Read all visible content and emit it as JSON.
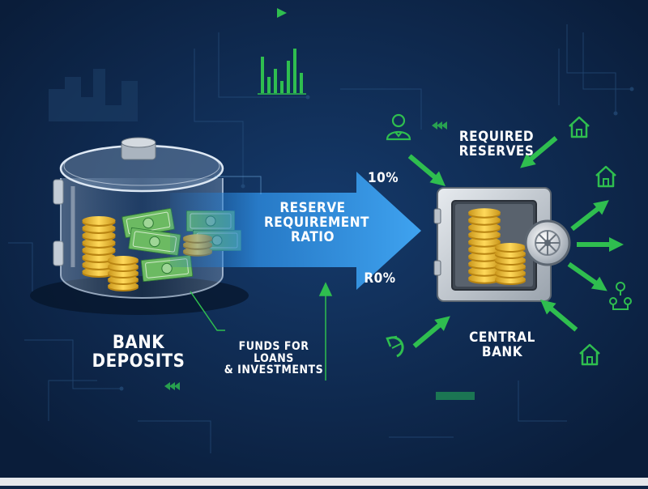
{
  "labels": {
    "bank_deposits": [
      "BANK",
      "DEPOSITS"
    ],
    "reserve_ratio": [
      "RESERVE",
      "REQUIREMENT",
      "RATIO"
    ],
    "required_reserves": [
      "REQUIRED",
      "RESERVES"
    ],
    "central_bank": [
      "CENTRAL",
      "BANK"
    ],
    "funds": [
      "FUNDS FOR LOANS",
      "& INVESTMENTS"
    ],
    "pct_top": "10%",
    "pct_bottom": "R0%"
  },
  "icons": [
    "user-icon",
    "house-icon",
    "people-network-icon",
    "recycle-icon",
    "play-icon",
    "bar-chart-icon"
  ],
  "colors": {
    "background": "#0d2446",
    "accent_green": "#2fbe4f",
    "arrow_blue": "#2e8ee0",
    "gold": "#f2c230",
    "cash_green": "#5fae5a"
  }
}
